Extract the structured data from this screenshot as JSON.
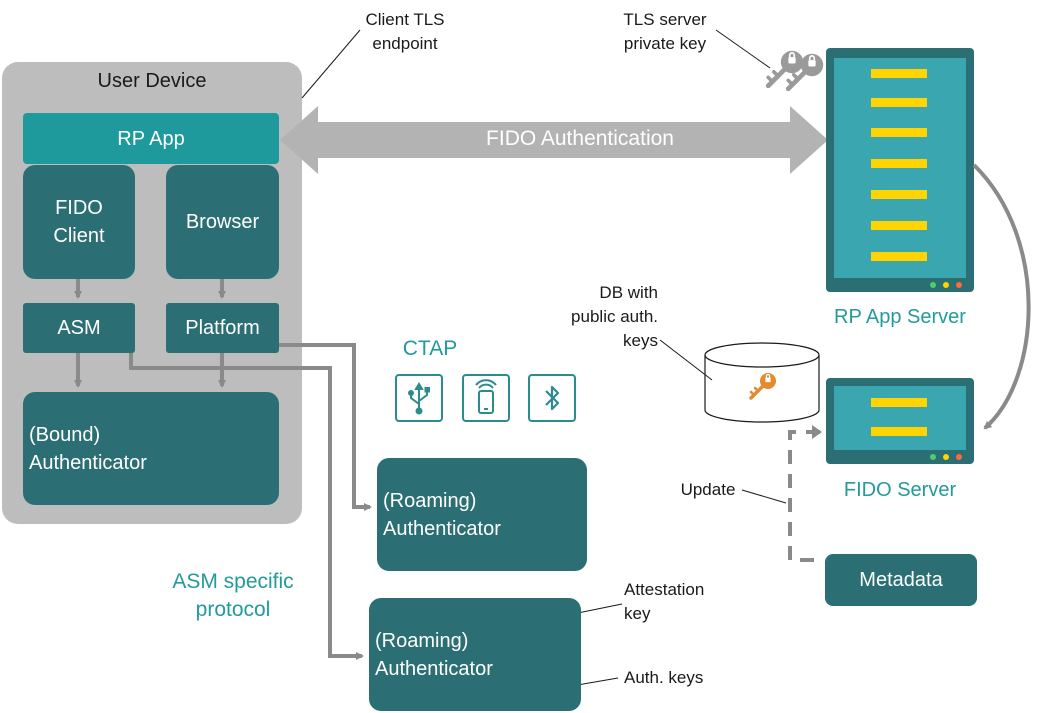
{
  "user_device": {
    "title": "User Device",
    "rp_app": "RP App",
    "fido_client": "FIDO\nClient",
    "browser": "Browser",
    "asm": "ASM",
    "platform": "Platform",
    "bound_authenticator": "(Bound)\nAuthenticator"
  },
  "roaming_authenticator_1": "(Roaming)\nAuthenticator",
  "roaming_authenticator_2": "(Roaming)\nAuthenticator",
  "fido_authentication": "FIDO Authentication",
  "ctap": {
    "label": "CTAP",
    "icons": [
      "usb-icon",
      "nfc-phone-icon",
      "bluetooth-icon"
    ]
  },
  "asm_specific_protocol": "ASM specific\nprotocol",
  "annotations": {
    "client_tls_endpoint": "Client TLS\nendpoint",
    "tls_server_private_key": "TLS server\nprivate key",
    "db_public_keys": "DB with\npublic auth.\nkeys",
    "update": "Update",
    "attestation_key": "Attestation\nkey",
    "auth_keys": "Auth. keys"
  },
  "rp_app_server": "RP App Server",
  "fido_server": "FIDO Server",
  "metadata": "Metadata",
  "colors": {
    "dark_teal": "#2b6f74",
    "teal": "#1e9a9c",
    "device_gray": "#bdbdbd",
    "connector_gray": "#8a8a8a",
    "arrow_gray": "#b3b3b3",
    "key_orange": "#e58a2e",
    "server_stripe": "#ffd400",
    "label_teal": "#239a9b"
  }
}
